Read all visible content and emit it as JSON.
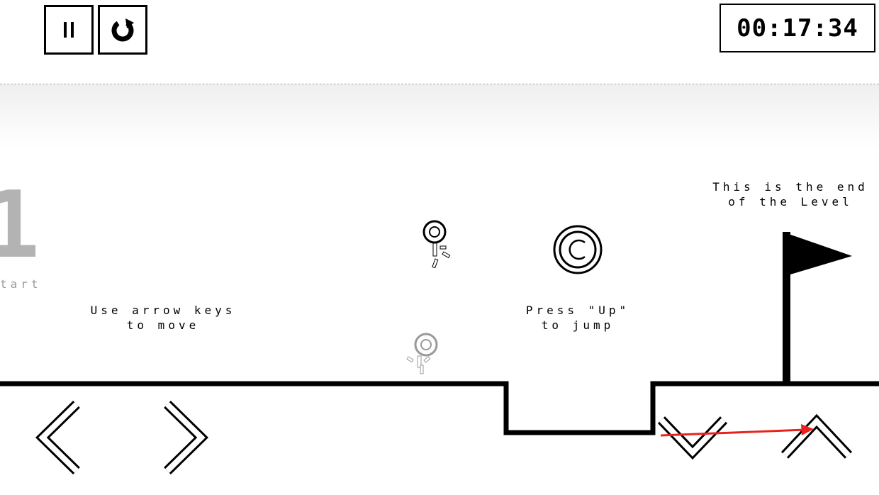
{
  "hud": {
    "pause_icon": "pause-icon",
    "restart_icon": "restart-icon",
    "timer": "00:17:34"
  },
  "level": {
    "number": "1",
    "start_label": "tart",
    "hint_move_1": "Use arrow keys",
    "hint_move_2": "to move",
    "hint_jump_1": "Press \"Up\"",
    "hint_jump_2": "to jump",
    "end_1": "This is the end",
    "end_2": "of the Level",
    "coin_symbol": "©"
  },
  "controls": [
    "left-arrow",
    "right-arrow",
    "down-arrow",
    "up-arrow"
  ],
  "colors": {
    "annotation": "#e8231f",
    "ground": "#000000",
    "faded": "#b3b3b3"
  }
}
